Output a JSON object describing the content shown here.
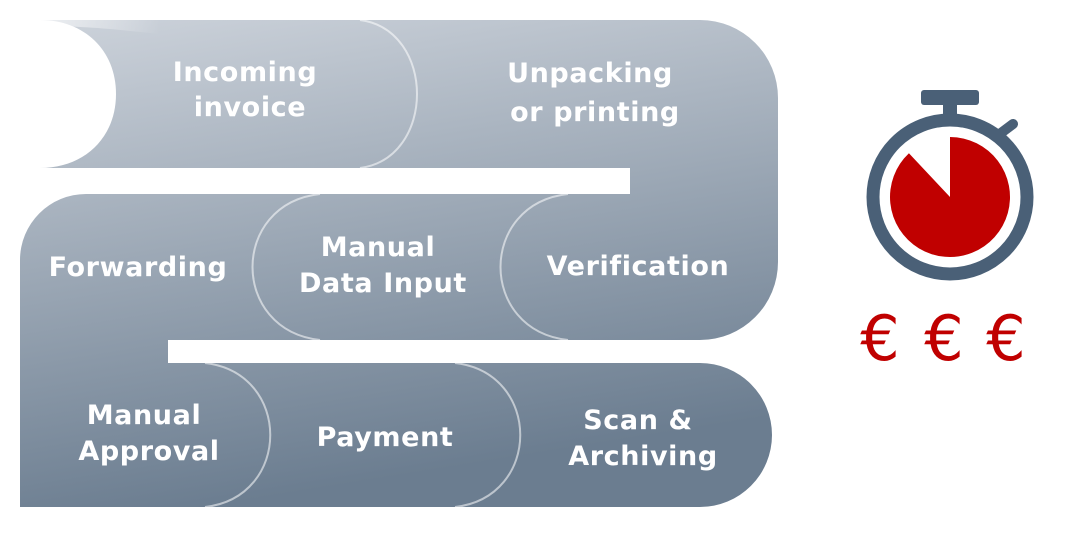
{
  "process": {
    "row1": [
      {
        "lines": [
          "Incoming",
          "invoice"
        ]
      },
      {
        "lines": [
          "Unpacking",
          "or printing"
        ]
      }
    ],
    "row2": [
      {
        "lines": [
          "Forwarding"
        ]
      },
      {
        "lines": [
          "Manual",
          "Data Input"
        ]
      },
      {
        "lines": [
          "Verification"
        ]
      }
    ],
    "row3": [
      {
        "lines": [
          "Manual",
          "Approval"
        ]
      },
      {
        "lines": [
          "Payment"
        ]
      },
      {
        "lines": [
          "Scan &",
          "Archiving"
        ]
      }
    ]
  },
  "cost": {
    "symbols": [
      "€",
      "€",
      "€"
    ],
    "color": "#c00000",
    "stopwatch_icon": "stopwatch-icon",
    "stopwatch_fill_fraction": 0.88
  },
  "colors": {
    "band_top": "#c8cfd7",
    "band_bottom": "#6f8092",
    "stopwatch_frame": "#4a6077",
    "stopwatch_fill": "#c00000"
  }
}
